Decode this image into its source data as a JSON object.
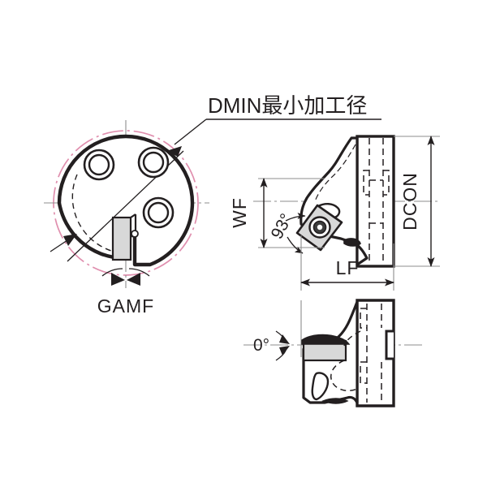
{
  "drawing": {
    "title": "DMIN最小加工径",
    "background_color": "#ffffff",
    "line_color": "#231f20",
    "center_line_color": "#e08fae",
    "insert_fill": "#d8d8d8",
    "body_fill": "#ffffff"
  },
  "labels": {
    "dmin": "DMIN最小加工径",
    "gamf": "GAMF",
    "dcon": "DCON",
    "wf": "WF",
    "lf": "LF",
    "angle_93": "93°",
    "angle_0": "0°"
  },
  "views": {
    "front_view_name": "front-circular-view",
    "side_view_name": "side-profile-view",
    "bottom_view_name": "bottom-profile-view"
  },
  "icons": {
    "leader_arrow": "arrow-head-icon",
    "dimension_arrow": "dimension-arrow-icon",
    "angle_arrow": "angle-arrow-icon"
  }
}
